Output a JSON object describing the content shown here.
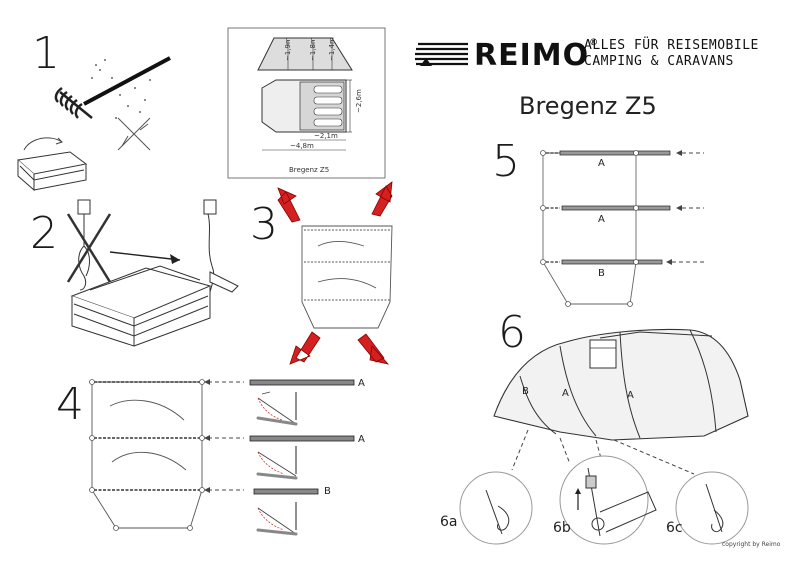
{
  "brand": {
    "name": "REIMO",
    "registered": "®",
    "tagline_1": "ALLES FÜR REISEMOBILE",
    "tagline_2": "CAMPING & CARAVANS"
  },
  "model": "Bregenz Z5",
  "steps": {
    "s1": "1",
    "s2": "2",
    "s3": "3",
    "s4": "4",
    "s5": "5",
    "s6": "6"
  },
  "substeps": {
    "a": "6a",
    "b": "6b",
    "c": "6c"
  },
  "plan": {
    "height_1": "~1,9m",
    "height_2": "~1,8m",
    "height_3": "~1,4m",
    "width": "~2,6m",
    "length_inner": "~2,1m",
    "length_total": "~4,8m",
    "caption": "Bregenz Z5"
  },
  "poles": {
    "a": "A",
    "b": "B"
  },
  "copyright": "copyright by Reimo"
}
